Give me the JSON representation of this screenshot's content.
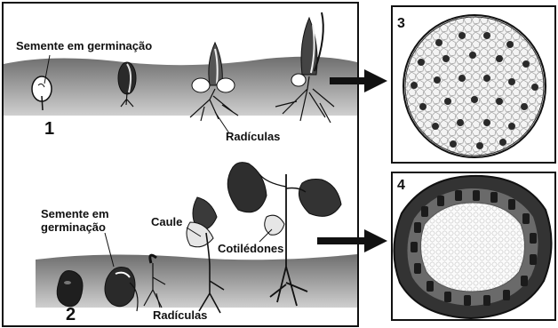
{
  "panel1": {
    "number": "1",
    "seed_label": "Semente em germinação",
    "roots_label": "Radículas"
  },
  "panel2": {
    "number": "2",
    "seed_label_line1": "Semente em",
    "seed_label_line2": "germinação",
    "stem_label": "Caule",
    "cotyledons_label": "Cotilédones",
    "roots_label": "Radículas"
  },
  "panel3": {
    "number": "3"
  },
  "panel4": {
    "number": "4"
  },
  "colors": {
    "soil": "#8a8a8a",
    "ink": "#111111",
    "leaf_dark": "#3a3a3a"
  }
}
